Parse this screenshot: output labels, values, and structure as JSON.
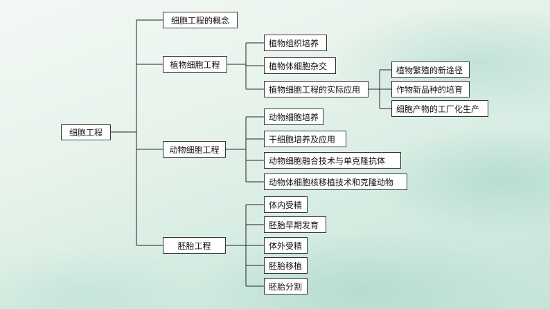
{
  "diagram": {
    "root": "细胞工程",
    "branches": [
      {
        "label": "细胞工程的概念",
        "children": []
      },
      {
        "label": "植物细胞工程",
        "children": [
          {
            "label": "植物组织培养"
          },
          {
            "label": "植物体细胞杂交"
          },
          {
            "label": "植物细胞工程的实际应用",
            "children": [
              {
                "label": "植物繁殖的新途径"
              },
              {
                "label": "作物新品种的培育"
              },
              {
                "label": "细胞产物的工厂化生产"
              }
            ]
          }
        ]
      },
      {
        "label": "动物细胞工程",
        "children": [
          {
            "label": "动物细胞培养"
          },
          {
            "label": "干细胞培养及应用"
          },
          {
            "label": "动物细胞融合技术与单克隆抗体"
          },
          {
            "label": "动物体细胞核移植技术和克隆动物"
          }
        ]
      },
      {
        "label": "胚胎工程",
        "children": [
          {
            "label": "体内受精"
          },
          {
            "label": "胚胎早期发育"
          },
          {
            "label": "体外受精"
          },
          {
            "label": "胚胎移植"
          },
          {
            "label": "胚胎分割"
          }
        ]
      }
    ]
  }
}
